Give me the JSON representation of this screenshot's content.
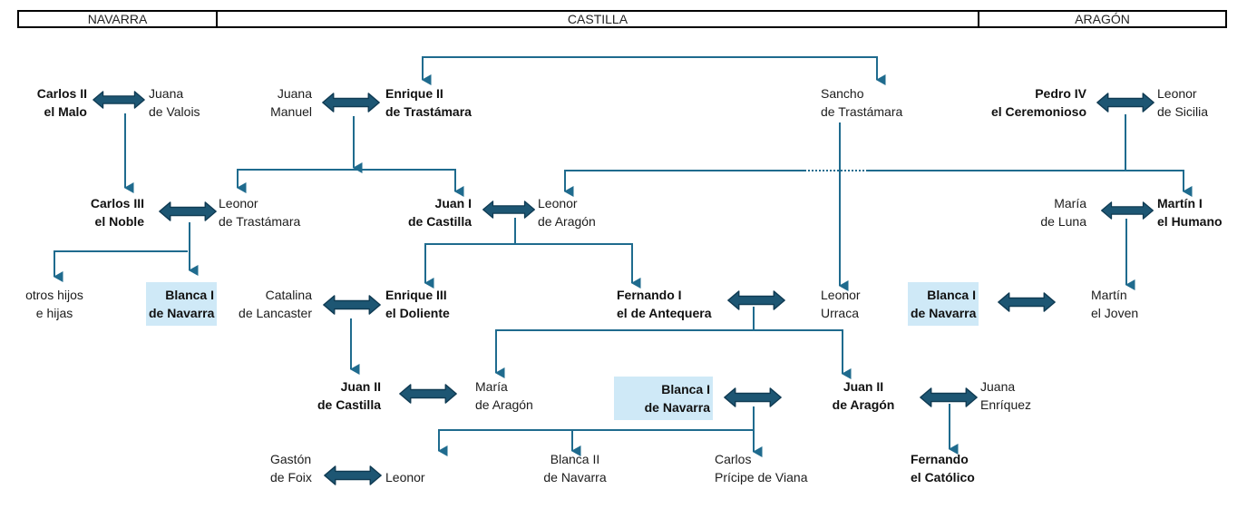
{
  "header": {
    "kingdoms": [
      {
        "id": "navarra",
        "label": "NAVARRA"
      },
      {
        "id": "castilla",
        "label": "CASTILLA"
      },
      {
        "id": "aragon",
        "label": "ARAGÓN"
      }
    ]
  },
  "colors": {
    "connector": "#1f6b8e",
    "marriage_arrow_fill": "#1d5673",
    "marriage_arrow_stroke": "#0f3a52",
    "highlight": "#cfe9f7"
  },
  "people": {
    "carlos_ii": {
      "line1": "Carlos II",
      "line2": "el Malo"
    },
    "juana_valois": {
      "line1": "Juana",
      "line2": "de Valois"
    },
    "juana_manuel": {
      "line1": "Juana",
      "line2": "Manuel"
    },
    "enrique_ii": {
      "line1": "Enrique II",
      "line2": "de Trastámara"
    },
    "sancho": {
      "line1": "Sancho",
      "line2": "de Trastámara"
    },
    "pedro_iv": {
      "line1": "Pedro IV",
      "line2": "el Ceremonioso"
    },
    "leonor_sicilia": {
      "line1": "Leonor",
      "line2": "de Sicilia"
    },
    "carlos_iii": {
      "line1": "Carlos III",
      "line2": "el Noble"
    },
    "leonor_trastamara": {
      "line1": "Leonor",
      "line2": "de Trastámara"
    },
    "juan_i": {
      "line1": "Juan I",
      "line2": "de Castilla"
    },
    "leonor_aragon": {
      "line1": "Leonor",
      "line2": "de Aragón"
    },
    "maria_luna": {
      "line1": "María",
      "line2": "de Luna"
    },
    "martin_i": {
      "line1": "Martín I",
      "line2": "el Humano"
    },
    "otros_hijos": {
      "line1": "otros hijos",
      "line2": "e hijas"
    },
    "blanca_i_a": {
      "line1": "Blanca I",
      "line2": "de Navarra"
    },
    "catalina": {
      "line1": "Catalina",
      "line2": "de Lancaster"
    },
    "enrique_iii": {
      "line1": "Enrique III",
      "line2": "el Doliente"
    },
    "fernando_i": {
      "line1": "Fernando I",
      "line2": "el de Antequera"
    },
    "leonor_urraca": {
      "line1": "Leonor",
      "line2": "Urraca"
    },
    "blanca_i_b": {
      "line1": "Blanca I",
      "line2": "de Navarra"
    },
    "martin_joven": {
      "line1": "Martín",
      "line2": "el Joven"
    },
    "juan_ii_castilla": {
      "line1": "Juan II",
      "line2": "de Castilla"
    },
    "maria_aragon": {
      "line1": "María",
      "line2": "de Aragón"
    },
    "blanca_i_c": {
      "line1": "Blanca I",
      "line2": "de Navarra"
    },
    "juan_ii_aragon": {
      "line1": "Juan II",
      "line2": "de Aragón"
    },
    "juana_enriquez": {
      "line1": "Juana",
      "line2": "Enríquez"
    },
    "gaston": {
      "line1": "Gastón",
      "line2": "de Foix"
    },
    "leonor": {
      "line1": "Leonor"
    },
    "blanca_ii": {
      "line1": "Blanca II",
      "line2": "de Navarra"
    },
    "carlos_viana": {
      "line1": "Carlos",
      "line2": "Prícipe de Viana"
    },
    "fernando_catolico": {
      "line1": "Fernando",
      "line2": "el Católico"
    }
  }
}
